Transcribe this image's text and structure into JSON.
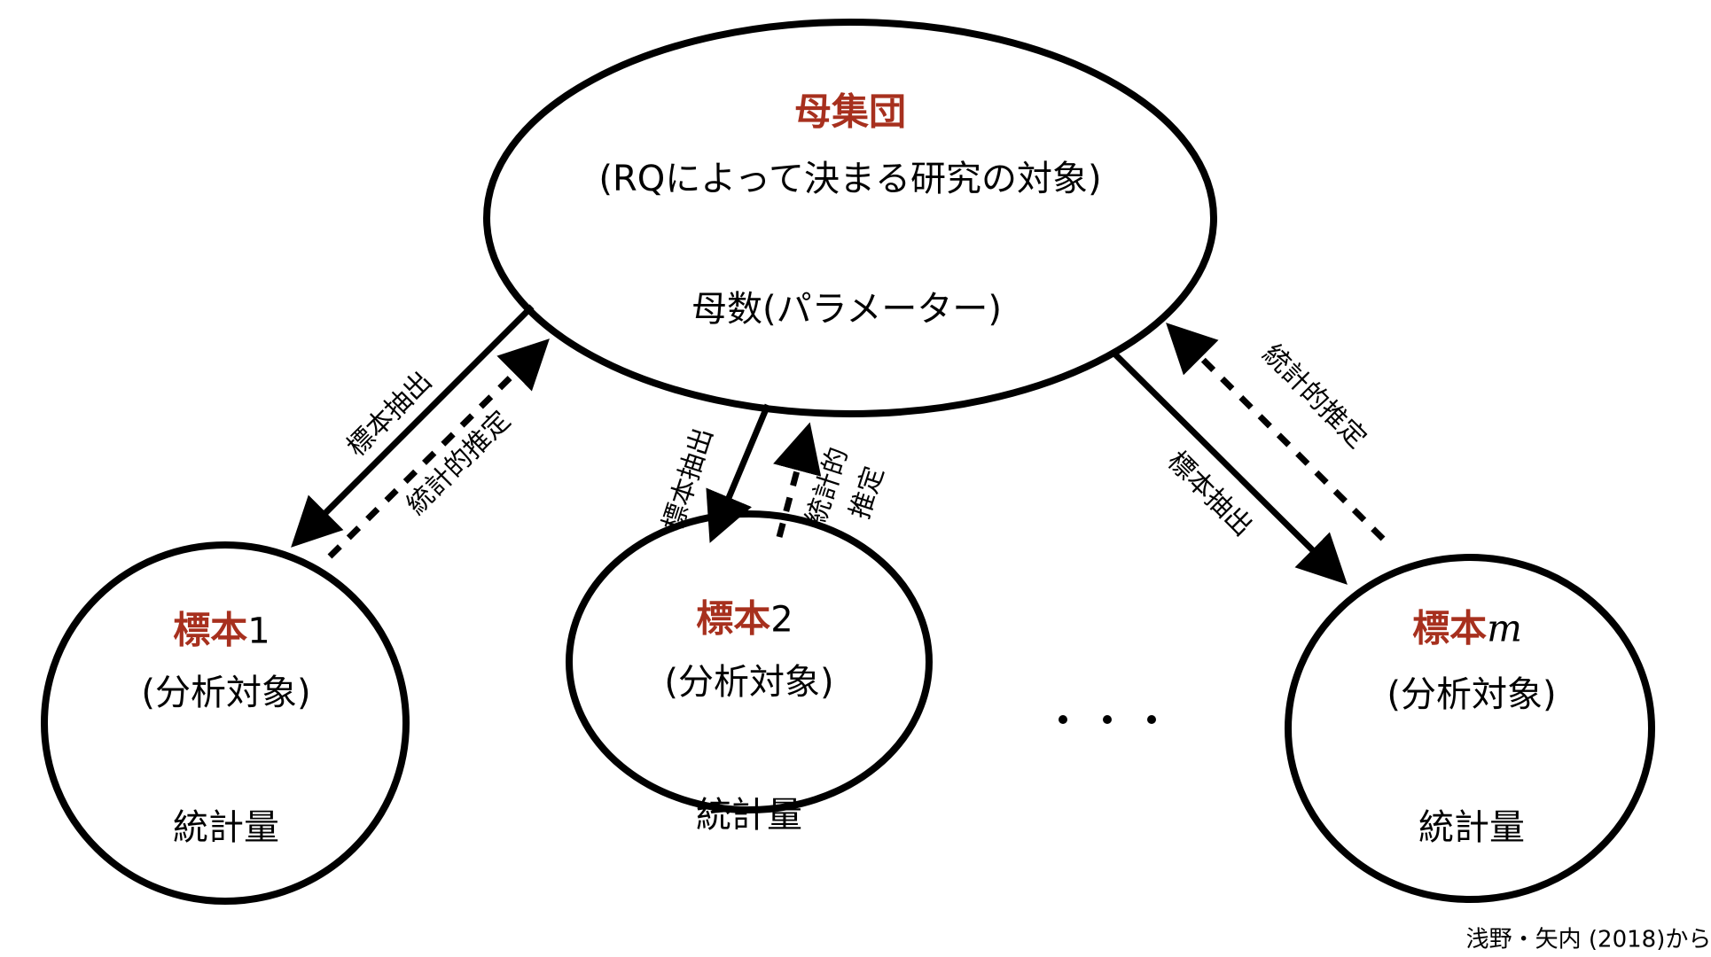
{
  "population": {
    "title": "母集団",
    "subtitle": "(RQによって決まる研究の対象)",
    "parameter": "母数(パラメーター)"
  },
  "samples": [
    {
      "title": "標本",
      "index": "1",
      "subtitle": "(分析対象)",
      "statistic": "統計量"
    },
    {
      "title": "標本",
      "index": "2",
      "subtitle": "(分析対象)",
      "statistic": "統計量"
    },
    {
      "title": "標本",
      "index": "m",
      "subtitle": "(分析対象)",
      "statistic": "統計量"
    }
  ],
  "arrows": {
    "sampling_label": "標本抽出",
    "inference_label": "統計的推定",
    "inference_label_line1": "統計的",
    "inference_label_line2": "推定"
  },
  "ellipsis": "・・・",
  "source": "浅野・矢内 (2018)から",
  "colors": {
    "title": "#a7301e",
    "line": "#000000"
  }
}
